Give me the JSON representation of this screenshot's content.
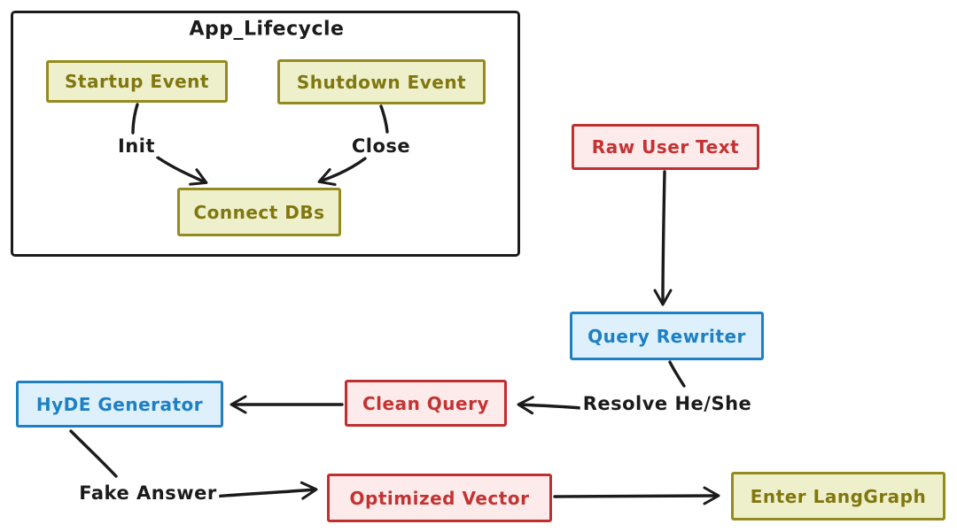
{
  "subgraph": {
    "title": "App_Lifecycle"
  },
  "nodes": {
    "startup_event": {
      "label": "Startup Event",
      "palette": "olive"
    },
    "shutdown_event": {
      "label": "Shutdown Event",
      "palette": "olive"
    },
    "connect_dbs": {
      "label": "Connect DBs",
      "palette": "olive"
    },
    "raw_user_text": {
      "label": "Raw User Text",
      "palette": "red"
    },
    "query_rewriter": {
      "label": "Query Rewriter",
      "palette": "blue"
    },
    "clean_query": {
      "label": "Clean Query",
      "palette": "red"
    },
    "hyde_generator": {
      "label": "HyDE Generator",
      "palette": "blue"
    },
    "optimized_vector": {
      "label": "Optimized Vector",
      "palette": "red"
    },
    "enter_langgraph": {
      "label": "Enter LangGraph",
      "palette": "olive"
    }
  },
  "labels": {
    "init": "Init",
    "close": "Close",
    "resolve": "Resolve He/She",
    "fake_answer": "Fake Answer"
  },
  "colors": {
    "olive_fill": "#eef0cc",
    "olive_border": "#958a1d",
    "olive_text": "#80770f",
    "red_fill": "#fcebea",
    "red_border": "#bf2f2f",
    "red_text": "#c43333",
    "blue_fill": "#ddf0fc",
    "blue_border": "#1d80c4",
    "blue_text": "#1d80c4",
    "edge_color": "#1b1b1b",
    "background": "#ffffff"
  }
}
